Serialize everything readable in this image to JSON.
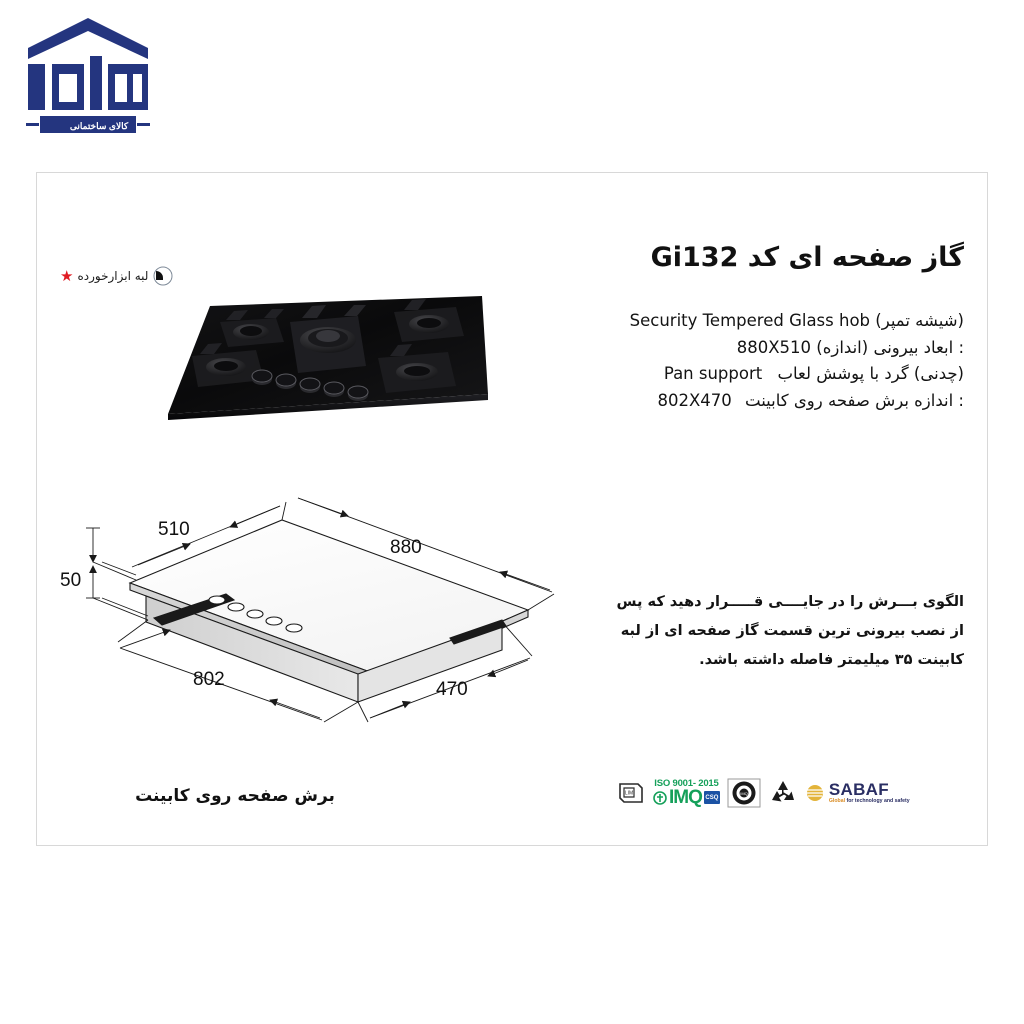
{
  "brand": {
    "name": "logo-building-goods",
    "subtitle": "کالای ساختمانی",
    "color": "#1d3178"
  },
  "badge": {
    "label": "لبه ابزارخورده",
    "star_color": "#e01b22",
    "icon": "rounded-edge-icon"
  },
  "title": "گاز صفحه ای کد Gi132",
  "model_code": "Gi132",
  "specs": [
    {
      "key": "type",
      "value": "Security Tempered Glass hob",
      "note": "(شیشه تمپر)"
    },
    {
      "key": "outer_dimensions",
      "value": "880X510",
      "label": ": ابعاد بیرونی (اندازه)"
    },
    {
      "key": "pan_support",
      "value": "Pan support",
      "label": "(چدنی) گرد با پوشش لعاب"
    },
    {
      "key": "cutout_size",
      "value": "802X470",
      "label": ": اندازه برش صفحه روی کابینت"
    }
  ],
  "spec_lines": {
    "line1_en": "Security Tempered Glass hob",
    "line1_fa": "(شیشه تمپر)",
    "line2_num": "880X510",
    "line2_fa": ": ابعاد بیرونی (اندازه)",
    "line3_en": "Pan support",
    "line3_fa": "(چدنی) گرد با پوشش لعاب",
    "line4_num": "802X470",
    "line4_fa": ": اندازه برش صفحه روی کابینت"
  },
  "note": "الگوی بـــرش را در جایــــی قـــــرار دهید که پس از نصب بیرونی ترین قسمت گاز صفحه ای از لبه کابینت ۳۵ میلیمتر فاصله داشته باشد.",
  "drawing": {
    "caption": "برش صفحه روی کابینت",
    "dimensions": {
      "depth_outer": "510",
      "width_outer": "880",
      "height": "50",
      "cut_width": "802",
      "cut_depth": "470"
    }
  },
  "certifications": [
    {
      "name": "csa-mark-icon",
      "label": ""
    },
    {
      "name": "imq-iso-icon",
      "iso": "ISO 9001- 2015",
      "brand": "IMQ",
      "sub": "CSQ"
    },
    {
      "name": "circle-mark-icon",
      "label": ""
    },
    {
      "name": "recycle-icon",
      "label": ""
    },
    {
      "name": "sabaf-logo",
      "brand": "SABAF",
      "tagline_orange": "Global",
      "tagline": "for technology and safety"
    }
  ],
  "product_photo": {
    "name": "gas-hob-photo",
    "burner_count": 5,
    "knob_count": 5,
    "surface_color": "#0b0b0c"
  }
}
